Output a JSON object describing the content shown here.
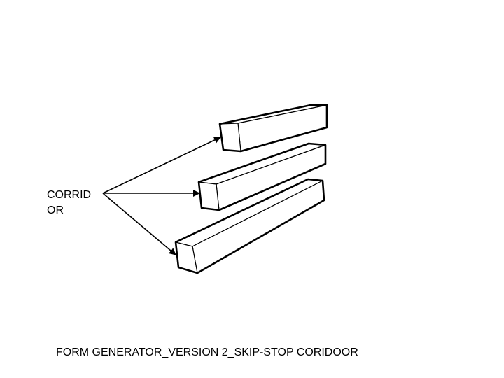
{
  "diagram": {
    "label_lines": [
      "CORRID",
      "OR"
    ],
    "caption": "FORM GENERATOR_VERSION 2_SKIP-STOP CORIDOOR",
    "stroke_color": "#000000",
    "background_color": "#ffffff"
  }
}
